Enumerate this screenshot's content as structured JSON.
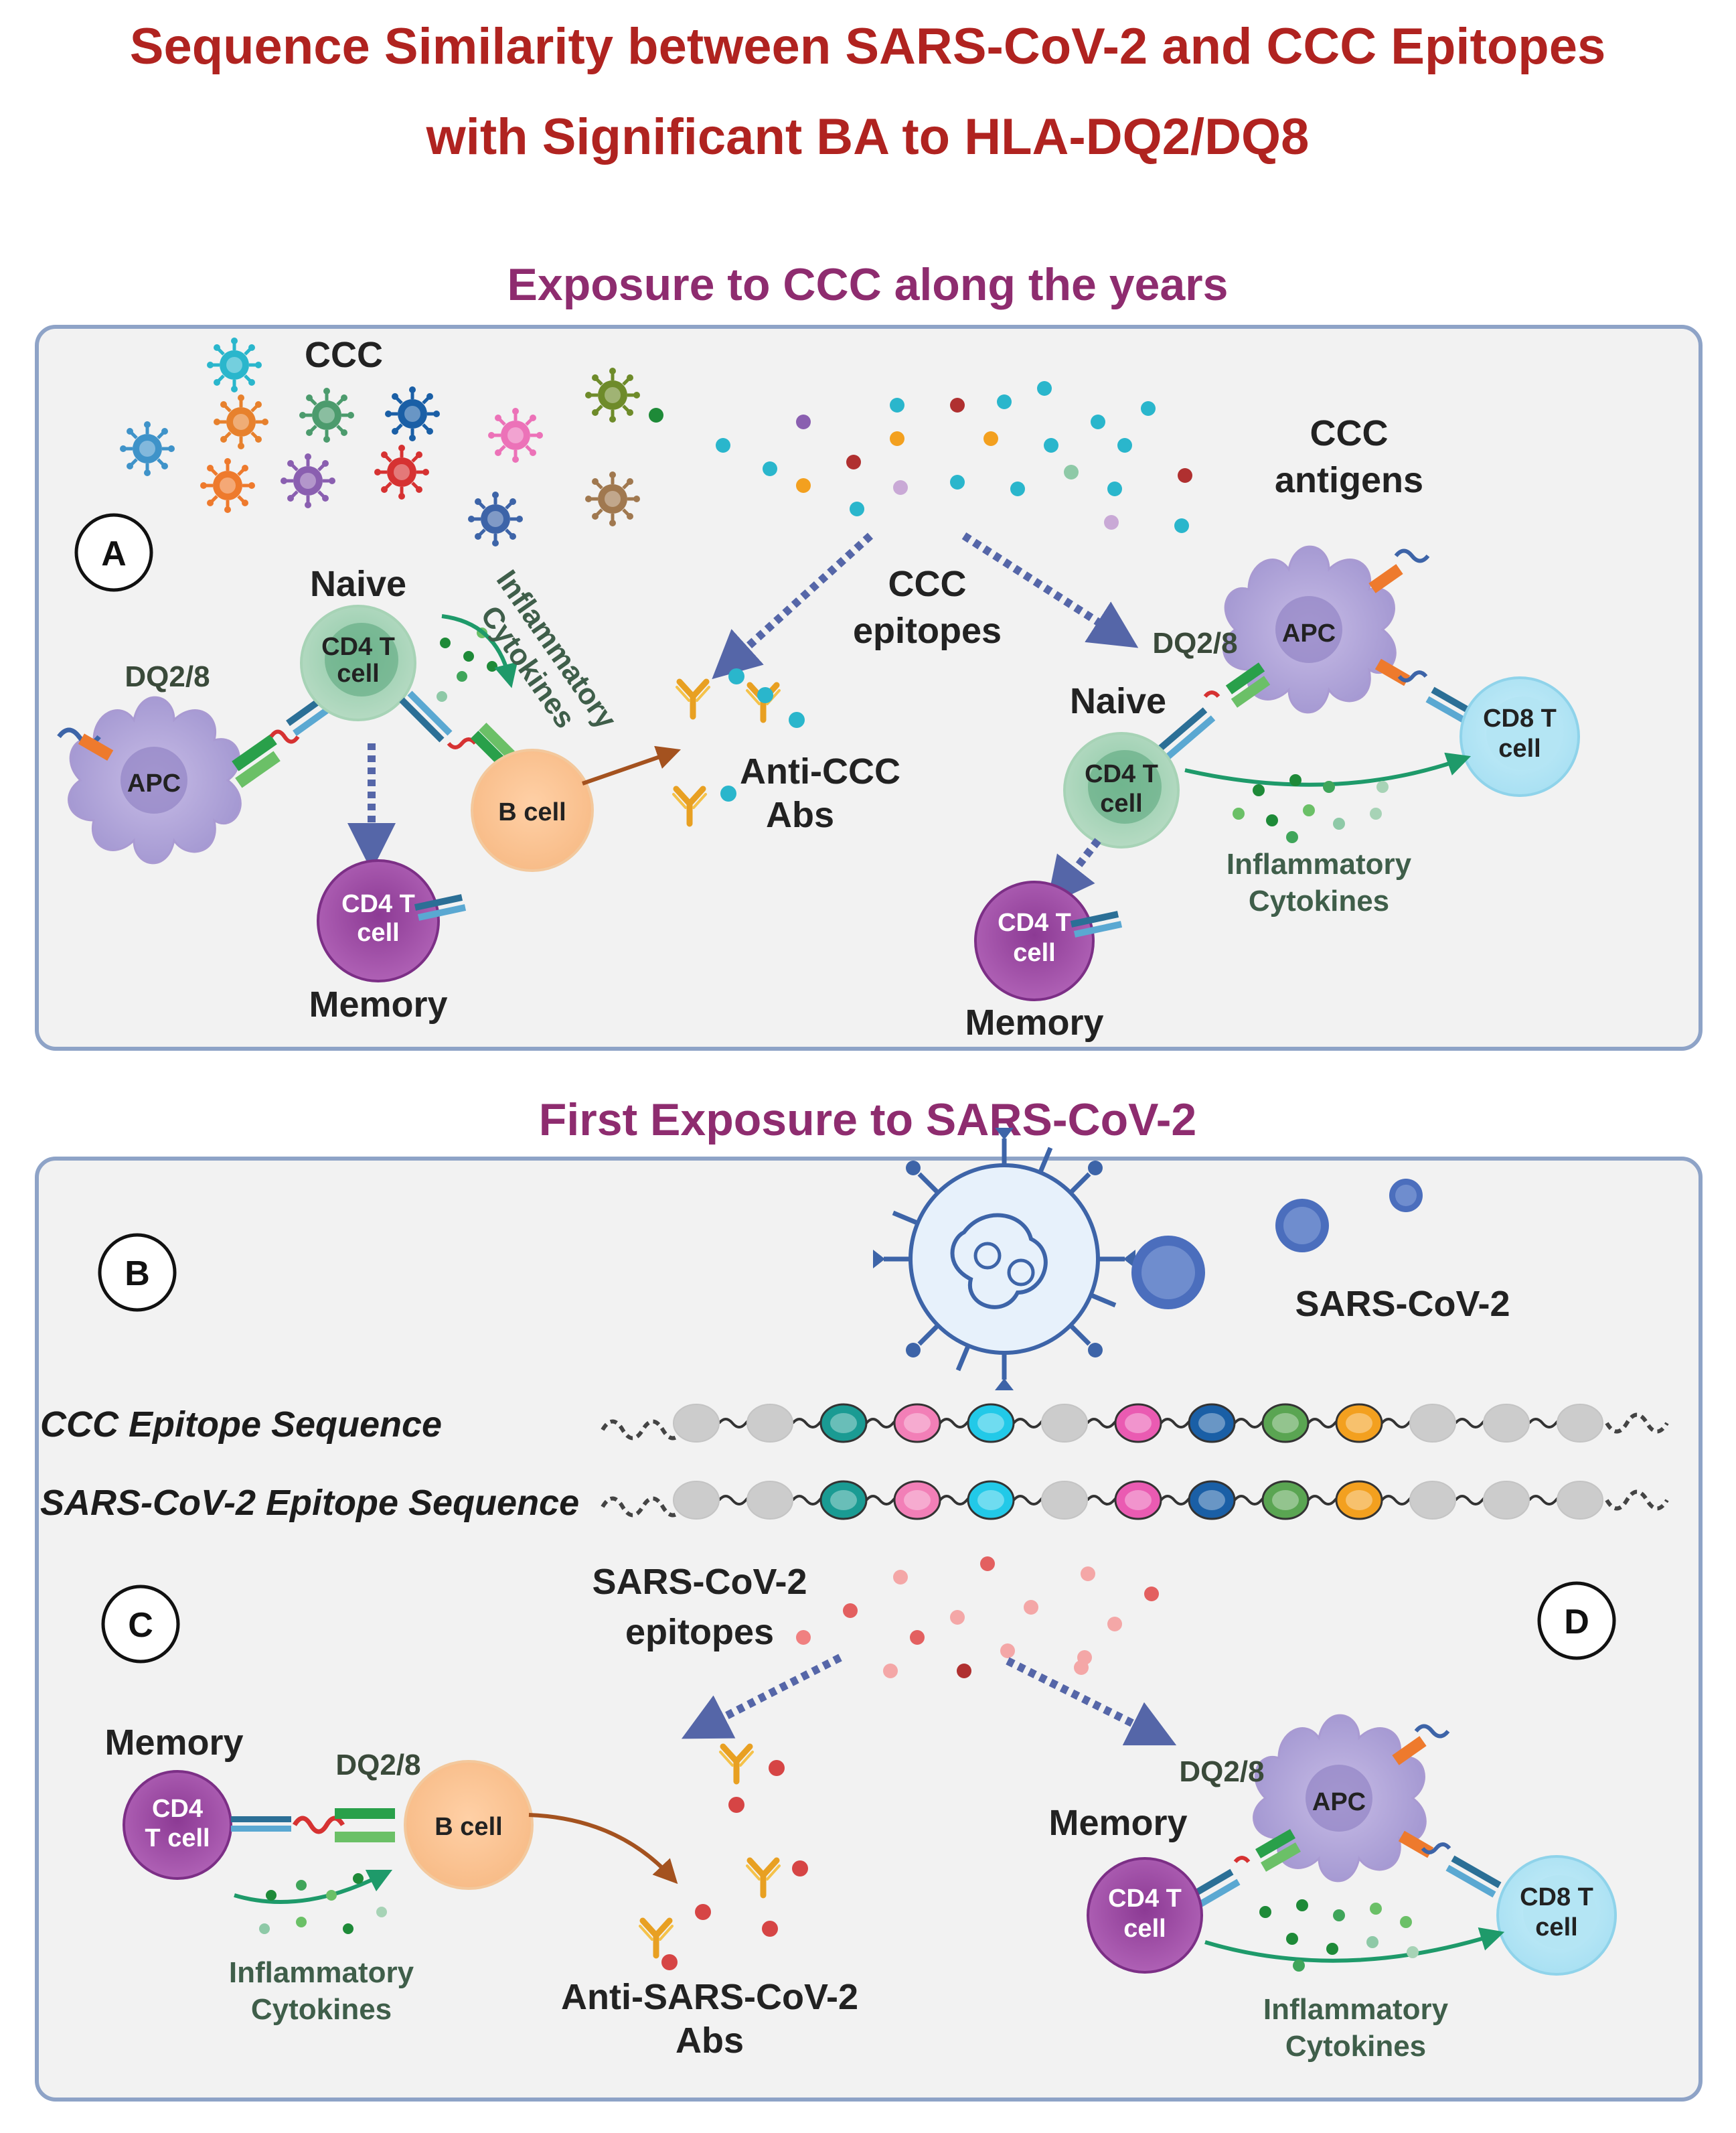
{
  "title": {
    "line1": "Sequence Similarity between SARS-CoV-2 and CCC Epitopes",
    "line2": "with Significant BA to HLA-DQ2/DQ8"
  },
  "panel_top": {
    "heading": "Exposure to CCC along the years",
    "ccc_label": "CCC",
    "ccc_antigens_1": "CCC",
    "ccc_antigens_2": "antigens",
    "ccc_epitopes_1": "CCC",
    "ccc_epitopes_2": "epitopes",
    "letter_a": "A",
    "naive_left": "Naive",
    "cd4_naive_1": "CD4 T",
    "cd4_naive_2": "cell",
    "dq_left": "DQ2/8",
    "apc_left": "APC",
    "cyto_rot_1": "Inflammatory",
    "cyto_rot_2": "Cytokines",
    "bcell": "B cell",
    "anti_ccc_1": "Anti-CCC",
    "anti_ccc_2": "Abs",
    "cd4_mem_1": "CD4 T",
    "cd4_mem_2": "cell",
    "memory_left": "Memory",
    "dq_right": "DQ2/8",
    "apc_right": "APC",
    "naive_right": "Naive",
    "cd4_naive_r_1": "CD4 T",
    "cd4_naive_r_2": "cell",
    "cd8_1": "CD8 T",
    "cd8_2": "cell",
    "cyto_right_1": "Inflammatory",
    "cyto_right_2": "Cytokines",
    "cd4_mem_r_1": "CD4 T",
    "cd4_mem_r_2": "cell",
    "memory_right": "Memory"
  },
  "panel_bottom": {
    "heading": "First Exposure to SARS-CoV-2",
    "letter_b": "B",
    "letter_c": "C",
    "letter_d": "D",
    "sars_label": "SARS-CoV-2",
    "seq_ccc": "CCC Epitope Sequence",
    "seq_sars": "SARS-CoV-2 Epitope Sequence",
    "sars_epitopes_1": "SARS-CoV-2",
    "sars_epitopes_2": "epitopes",
    "memory_c": "Memory",
    "cd4_c_1": "CD4",
    "cd4_c_2": "T cell",
    "dq_c": "DQ2/8",
    "bcell_c": "B cell",
    "cyto_c_1": "Inflammatory",
    "cyto_c_2": "Cytokines",
    "anti_sars_1": "Anti-SARS-CoV-2",
    "anti_sars_2": "Abs",
    "dq_d": "DQ2/8",
    "apc_d": "APC",
    "memory_d": "Memory",
    "cd4_d_1": "CD4 T",
    "cd4_d_2": "cell",
    "cd8_d_1": "CD8 T",
    "cd8_d_2": "cell",
    "cyto_d_1": "Inflammatory",
    "cyto_d_2": "Cytokines"
  },
  "colors": {
    "title": "#b02320",
    "heading": "#8e2c6f",
    "panel_border": "#8ea3c7",
    "panel_fill": "#f2f2f2",
    "arrow_dotted": "#5566a8",
    "arrow_green": "#1e9a6a",
    "arrow_brown": "#a4521f"
  },
  "sequence_beads": [
    "#cccccc",
    "#cccccc",
    "#1a9b93",
    "#f27fb7",
    "#22c9e8",
    "#cccccc",
    "#ea5bb2",
    "#1a5fa6",
    "#5aa552",
    "#f3a01f",
    "#cccccc",
    "#cccccc",
    "#cccccc"
  ]
}
